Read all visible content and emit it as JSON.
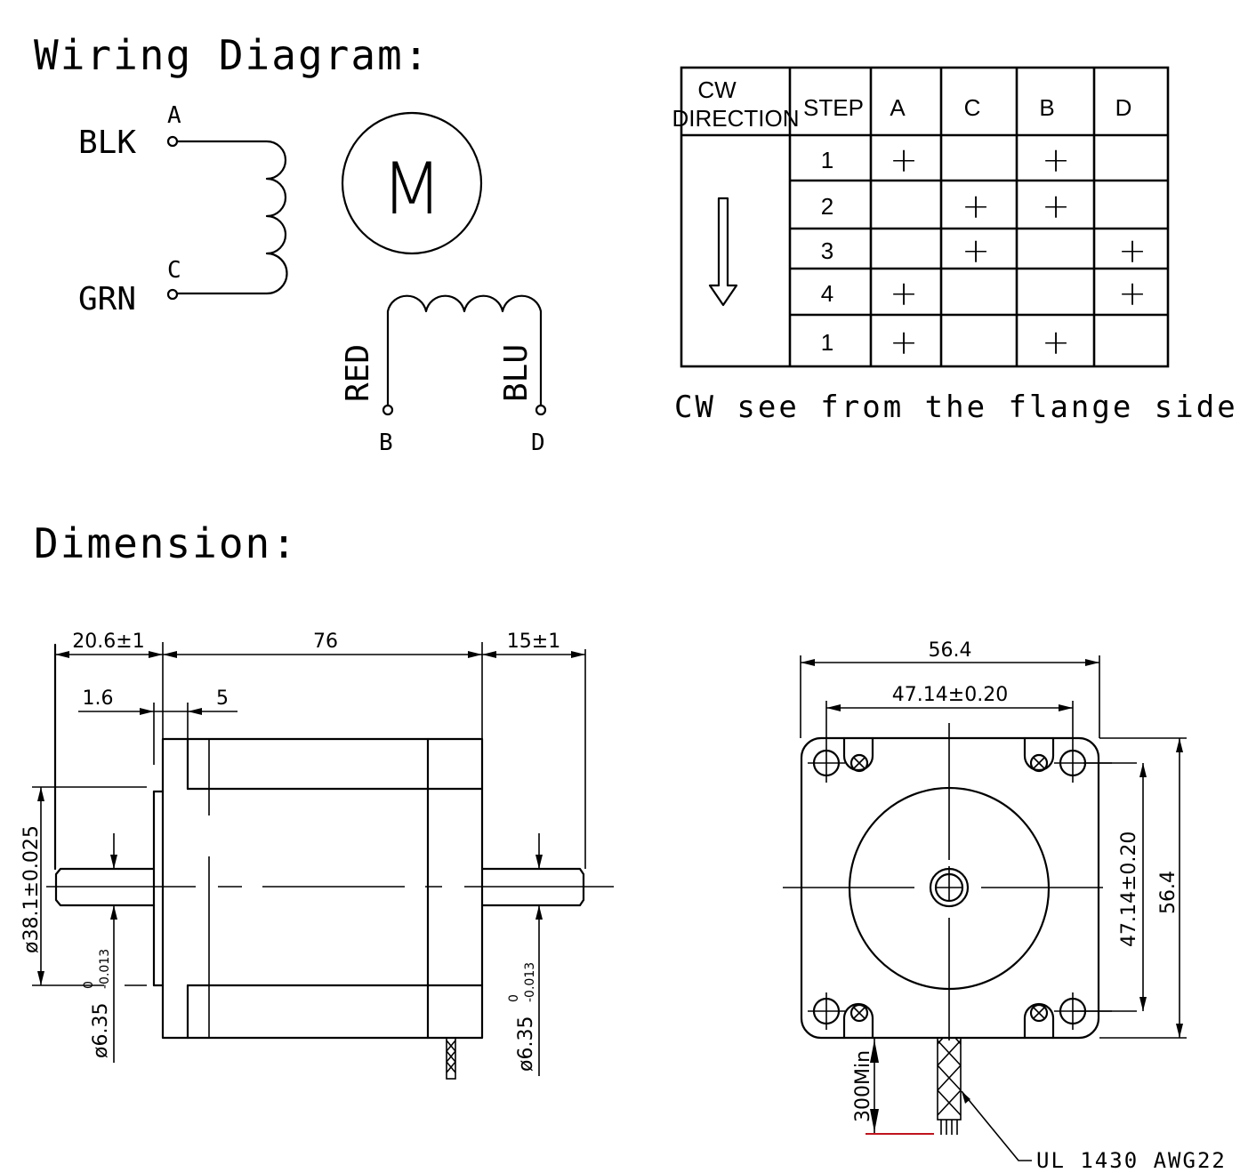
{
  "wiring": {
    "title": "Wiring Diagram:",
    "motor_symbol": "M",
    "coil1": {
      "top_wire": "BLK",
      "top_terminal": "A",
      "bottom_wire": "GRN",
      "bottom_terminal": "C"
    },
    "coil2": {
      "left_wire": "RED",
      "left_terminal": "B",
      "right_wire": "BLU",
      "right_terminal": "D"
    }
  },
  "sequence_table": {
    "headers": {
      "direction_line1": "CW",
      "direction_line2": "DIRECTION",
      "step": "STEP",
      "cols": [
        "A",
        "C",
        "B",
        "D"
      ]
    },
    "energized_mark": "+",
    "rows": [
      {
        "step": "1",
        "A": "+",
        "C": "",
        "B": "+",
        "D": ""
      },
      {
        "step": "2",
        "A": "",
        "C": "+",
        "B": "+",
        "D": ""
      },
      {
        "step": "3",
        "A": "",
        "C": "+",
        "B": "",
        "D": "+"
      },
      {
        "step": "4",
        "A": "+",
        "C": "",
        "B": "",
        "D": "+"
      },
      {
        "step": "1",
        "A": "+",
        "C": "",
        "B": "+",
        "D": ""
      }
    ],
    "note": "CW see from the flange side"
  },
  "dimension": {
    "title": "Dimension:",
    "side_view": {
      "front_shaft_length": "20.6±1",
      "body_length": "76",
      "rear_shaft_length": "15±1",
      "pilot_thickness": "1.6",
      "flange_thickness": "5",
      "pilot_diameter": "ø38.1±0.025",
      "front_shaft_diameter": {
        "nominal": "ø6.35",
        "upper_tol": "0",
        "lower_tol": "-0.013"
      },
      "rear_shaft_diameter": {
        "nominal": "ø6.35",
        "upper_tol": "0",
        "lower_tol": "-0.013"
      }
    },
    "front_view": {
      "overall_width": "56.4",
      "hole_spacing_horizontal": "47.14±0.20",
      "hole_spacing_vertical": "47.14±0.20",
      "overall_height": "56.4",
      "lead_length": "300Min",
      "lead_spec": "UL 1430 AWG22"
    }
  }
}
